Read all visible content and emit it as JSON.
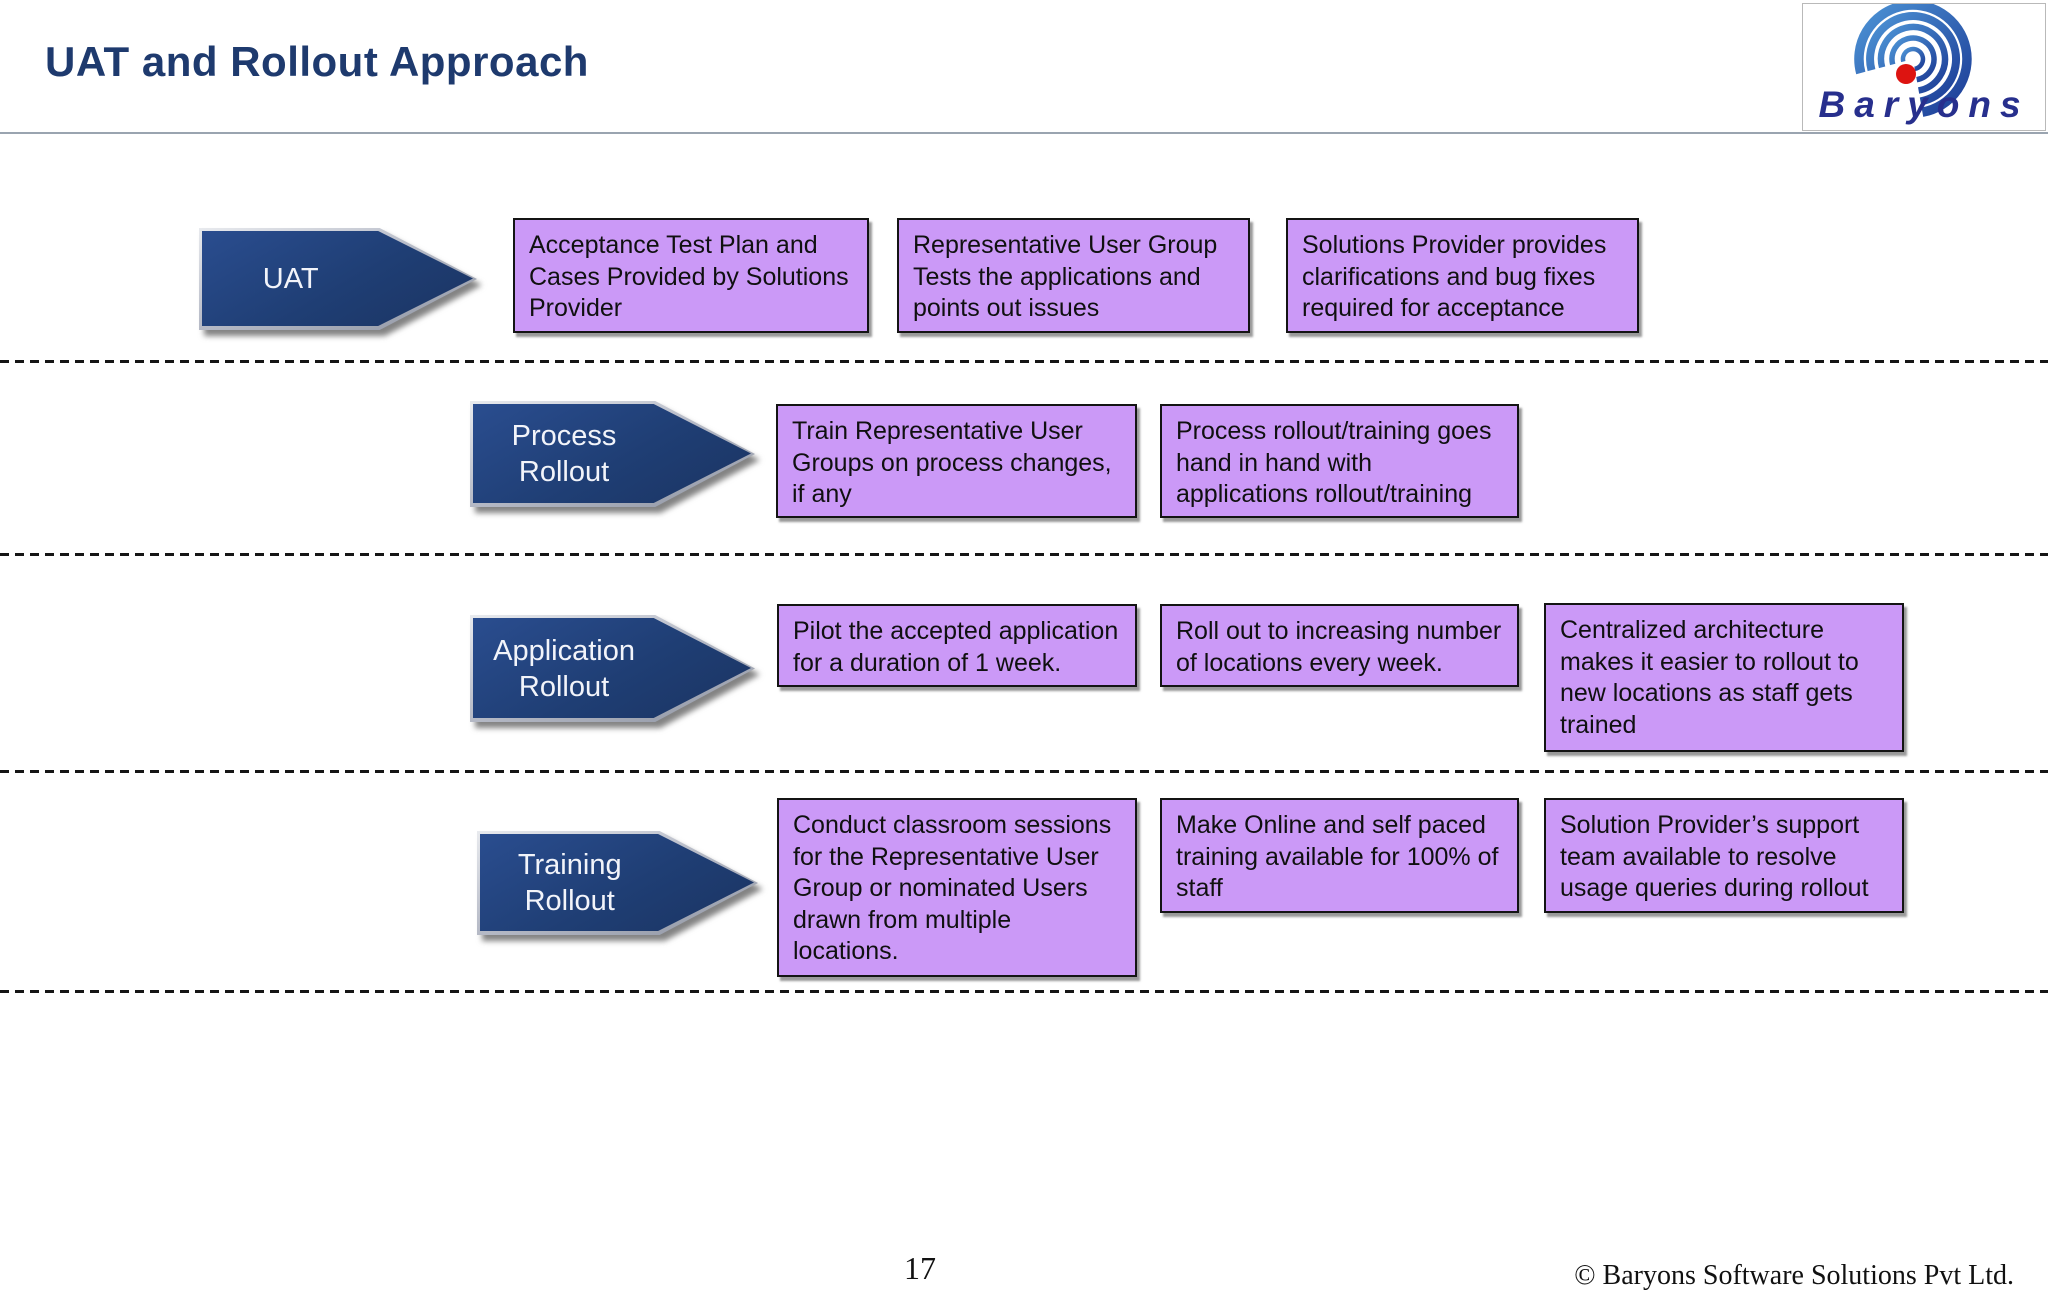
{
  "slide": {
    "title": "UAT and Rollout Approach",
    "page_number": "17",
    "copyright": "© Baryons Software Solutions Pvt Ltd.",
    "logo_text": "Baryons"
  },
  "colors": {
    "title_blue": "#1e3a6e",
    "arrow_navy": "#1f3e74",
    "box_purple": "#cb99f7",
    "dash_black": "#151515",
    "logo_text_blue": "#272f8d",
    "logo_dot_red": "#dd1411",
    "logo_arc_blue": "#2b66b5"
  },
  "rows": [
    {
      "arrow_label": "UAT",
      "boxes": [
        "Acceptance Test Plan and Cases Provided by Solutions Provider",
        "Representative User Group Tests the applications and points out issues",
        "Solutions Provider provides clarifications and bug fixes required for acceptance"
      ]
    },
    {
      "arrow_label": "Process Rollout",
      "boxes": [
        "Train Representative User Groups on process changes, if any",
        "Process rollout/training goes hand in hand with applications rollout/training"
      ]
    },
    {
      "arrow_label": "Application Rollout",
      "boxes": [
        "Pilot the accepted application for a duration of 1 week.",
        "Roll out to increasing number of locations every week.",
        "Centralized architecture makes it easier to rollout to new locations as staff gets trained"
      ]
    },
    {
      "arrow_label": "Training Rollout",
      "boxes": [
        "Conduct classroom sessions for the Representative User Group or nominated Users drawn from multiple locations.",
        "Make Online and self paced training available for 100% of staff",
        "Solution Provider’s support team available to resolve usage queries during rollout"
      ]
    }
  ]
}
